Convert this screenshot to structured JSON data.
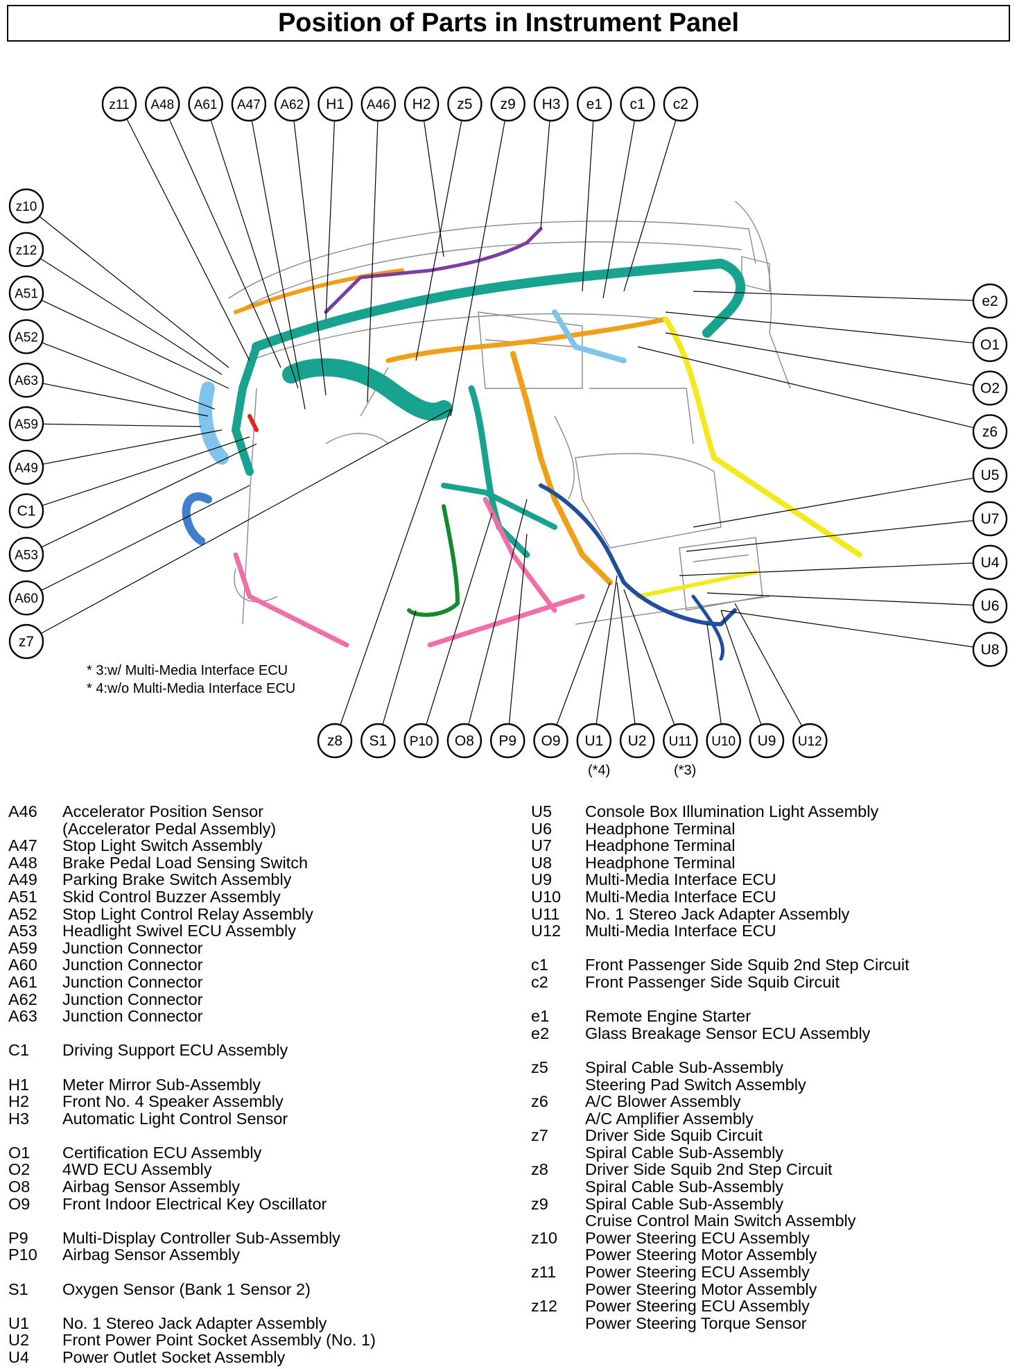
{
  "title": "Position of Parts in Instrument Panel",
  "notes": [
    "* 3:w/ Multi-Media Interface ECU",
    "* 4:w/o Multi-Media Interface ECU"
  ],
  "callouts_top": [
    "z11",
    "A48",
    "A61",
    "A47",
    "A62",
    "H1",
    "A46",
    "H2",
    "z5",
    "z9",
    "H3",
    "e1",
    "c1",
    "c2"
  ],
  "callouts_left": [
    "z10",
    "z12",
    "A51",
    "A52",
    "A63",
    "A59",
    "A49",
    "C1",
    "A53",
    "A60",
    "z7"
  ],
  "callouts_right": [
    "e2",
    "O1",
    "O2",
    "z6",
    "U5",
    "U7",
    "U4",
    "U6",
    "U8"
  ],
  "callouts_bottom": [
    "z8",
    "S1",
    "P10",
    "O8",
    "P9",
    "O9",
    "U1",
    "U2",
    "U11",
    "U10",
    "U9",
    "U12"
  ],
  "sub_notes": {
    "U1": "(*4)",
    "U11": "(*3)"
  },
  "wire_colors": {
    "teal": "#17a38f",
    "orange": "#f0a018",
    "yellow": "#f2ea1c",
    "blue": "#1f4e9a",
    "lightblue": "#7fc4ea",
    "pink": "#ef6fa6",
    "purple": "#7a3da3",
    "green": "#138a2e",
    "red": "#e42222"
  },
  "legend_left": [
    {
      "code": "A46",
      "name": "Accelerator Position Sensor"
    },
    {
      "code": "",
      "name": "(Accelerator Pedal Assembly)"
    },
    {
      "code": "A47",
      "name": "Stop Light Switch Assembly"
    },
    {
      "code": "A48",
      "name": "Brake Pedal Load Sensing Switch"
    },
    {
      "code": "A49",
      "name": "Parking Brake Switch Assembly"
    },
    {
      "code": "A51",
      "name": "Skid Control Buzzer Assembly"
    },
    {
      "code": "A52",
      "name": "Stop Light Control Relay Assembly"
    },
    {
      "code": "A53",
      "name": "Headlight Swivel ECU Assembly"
    },
    {
      "code": "A59",
      "name": "Junction Connector"
    },
    {
      "code": "A60",
      "name": "Junction Connector"
    },
    {
      "code": "A61",
      "name": "Junction Connector"
    },
    {
      "code": "A62",
      "name": "Junction Connector"
    },
    {
      "code": "A63",
      "name": "Junction Connector"
    },
    {
      "gap": true
    },
    {
      "code": "C1",
      "name": "Driving Support ECU Assembly"
    },
    {
      "gap": true
    },
    {
      "code": "H1",
      "name": "Meter Mirror Sub-Assembly"
    },
    {
      "code": "H2",
      "name": "Front No. 4 Speaker Assembly"
    },
    {
      "code": "H3",
      "name": "Automatic Light Control Sensor"
    },
    {
      "gap": true
    },
    {
      "code": "O1",
      "name": "Certification ECU Assembly"
    },
    {
      "code": "O2",
      "name": "4WD ECU Assembly"
    },
    {
      "code": "O8",
      "name": "Airbag Sensor Assembly"
    },
    {
      "code": "O9",
      "name": "Front Indoor Electrical Key Oscillator"
    },
    {
      "gap": true
    },
    {
      "code": "P9",
      "name": "Multi-Display Controller Sub-Assembly"
    },
    {
      "code": "P10",
      "name": "Airbag Sensor Assembly"
    },
    {
      "gap": true
    },
    {
      "code": "S1",
      "name": "Oxygen Sensor (Bank 1 Sensor 2)"
    },
    {
      "gap": true
    },
    {
      "code": "U1",
      "name": "No. 1 Stereo Jack Adapter Assembly"
    },
    {
      "code": "U2",
      "name": "Front Power Point Socket Assembly (No. 1)"
    },
    {
      "code": "U4",
      "name": "Power Outlet Socket Assembly"
    }
  ],
  "legend_right": [
    {
      "code": "U5",
      "name": "Console Box Illumination Light Assembly"
    },
    {
      "code": "U6",
      "name": "Headphone Terminal"
    },
    {
      "code": "U7",
      "name": "Headphone Terminal"
    },
    {
      "code": "U8",
      "name": "Headphone Terminal"
    },
    {
      "code": "U9",
      "name": "Multi-Media Interface ECU"
    },
    {
      "code": "U10",
      "name": "Multi-Media Interface ECU"
    },
    {
      "code": "U11",
      "name": "No. 1 Stereo Jack Adapter Assembly"
    },
    {
      "code": "U12",
      "name": "Multi-Media Interface ECU"
    },
    {
      "gap": true
    },
    {
      "code": "c1",
      "name": "Front Passenger Side Squib 2nd Step Circuit"
    },
    {
      "code": "c2",
      "name": "Front Passenger Side Squib Circuit"
    },
    {
      "gap": true
    },
    {
      "code": "e1",
      "name": "Remote Engine Starter"
    },
    {
      "code": "e2",
      "name": "Glass Breakage Sensor ECU Assembly"
    },
    {
      "gap": true
    },
    {
      "code": "z5",
      "name": "Spiral Cable Sub-Assembly"
    },
    {
      "code": "",
      "name": "Steering Pad Switch Assembly"
    },
    {
      "code": "z6",
      "name": "A/C Blower Assembly"
    },
    {
      "code": "",
      "name": "A/C Amplifier Assembly"
    },
    {
      "code": "z7",
      "name": "Driver Side Squib Circuit"
    },
    {
      "code": "",
      "name": "Spiral Cable Sub-Assembly"
    },
    {
      "code": "z8",
      "name": "Driver Side Squib 2nd Step Circuit"
    },
    {
      "code": "",
      "name": "Spiral Cable Sub-Assembly"
    },
    {
      "code": "z9",
      "name": "Spiral Cable Sub-Assembly"
    },
    {
      "code": "",
      "name": "Cruise Control Main Switch Assembly"
    },
    {
      "code": "z10",
      "name": "Power Steering ECU Assembly"
    },
    {
      "code": "",
      "name": "Power Steering Motor Assembly"
    },
    {
      "code": "z11",
      "name": "Power Steering ECU Assembly"
    },
    {
      "code": "",
      "name": "Power Steering Motor Assembly"
    },
    {
      "code": "z12",
      "name": "Power Steering ECU Assembly"
    },
    {
      "code": "",
      "name": "Power Steering Torque Sensor"
    }
  ]
}
